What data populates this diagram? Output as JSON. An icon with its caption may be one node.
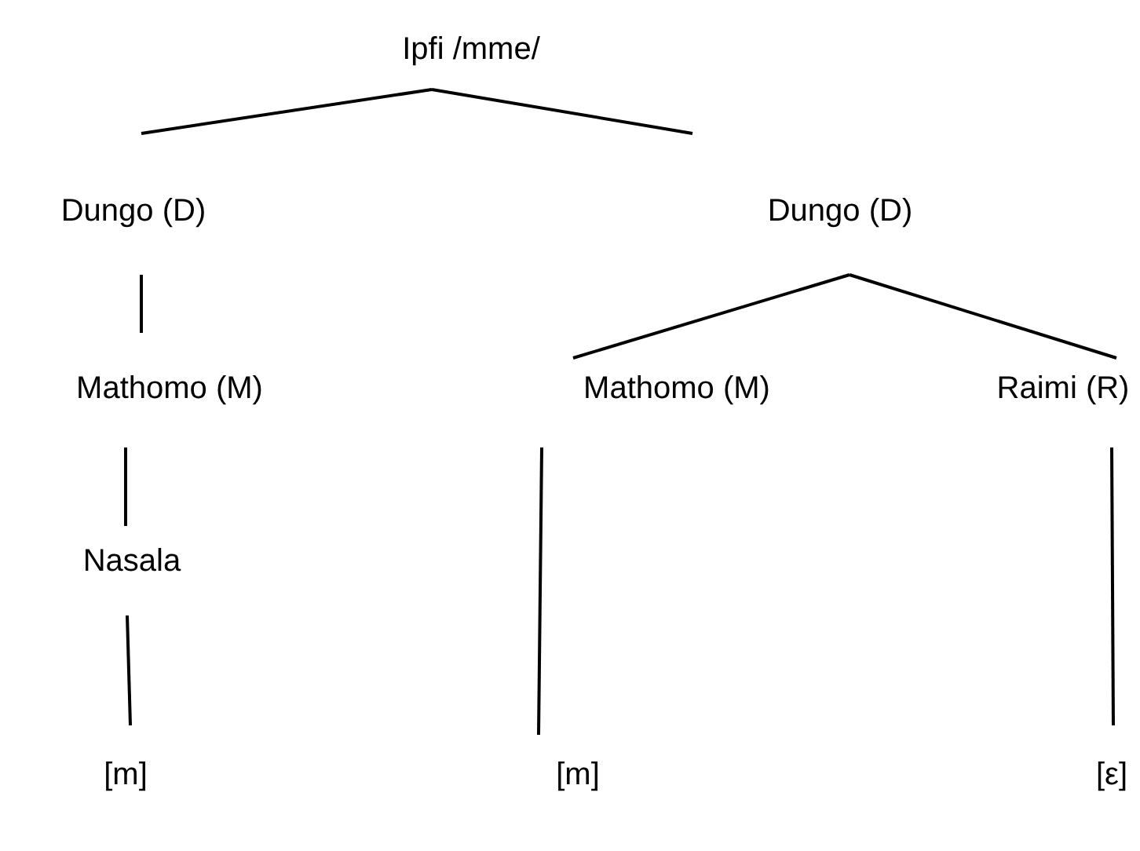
{
  "diagram": {
    "nodes": [
      {
        "text": [
          "Ipfi /mme/"
        ]
      },
      {
        "text": [
          "Dungo (D)"
        ]
      },
      {
        "text": [
          "Dungo (D)"
        ]
      },
      {
        "text": [
          "Mathomo (M)"
        ]
      },
      {
        "text": [
          "Mathomo (M)"
        ]
      },
      {
        "text": [
          "Raimi (R)"
        ]
      },
      {
        "text": [
          "Nasala"
        ]
      },
      {
        "text": [
          "[m]"
        ]
      },
      {
        "text": [
          "[m]"
        ]
      },
      {
        "text": [
          "[ε]"
        ]
      }
    ],
    "edges": [
      {
        "from": 0,
        "to": 1,
        "arrow": "none"
      },
      {
        "from": 0,
        "to": 2,
        "arrow": "none"
      },
      {
        "from": 1,
        "to": 3,
        "arrow": "none"
      },
      {
        "from": 2,
        "to": 4,
        "arrow": "none"
      },
      {
        "from": 2,
        "to": 5,
        "arrow": "none"
      },
      {
        "from": 3,
        "to": 6,
        "arrow": "none"
      },
      {
        "from": 6,
        "to": 7,
        "arrow": "none"
      },
      {
        "from": 4,
        "to": 8,
        "arrow": "none"
      },
      {
        "from": 5,
        "to": 9,
        "arrow": "none"
      }
    ]
  }
}
